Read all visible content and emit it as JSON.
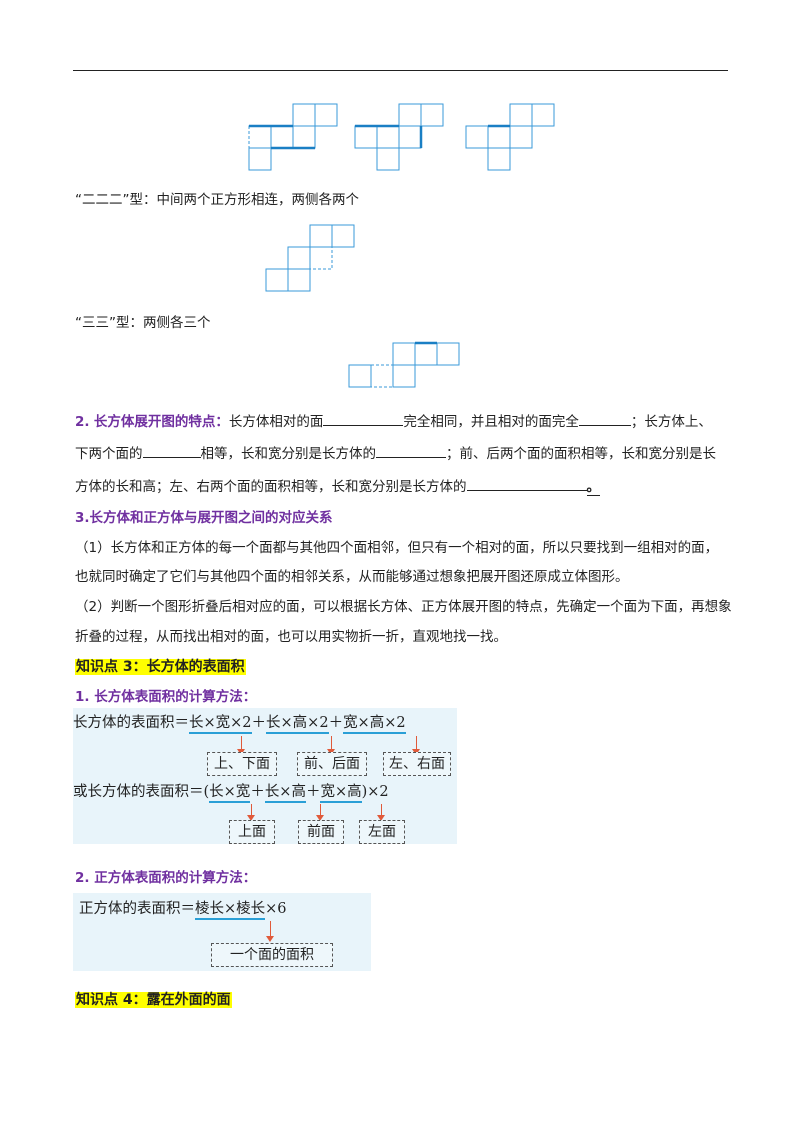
{
  "section_erererer": "“二二二”型：中间两个正方形相连，两侧各两个",
  "section_sansan": "“三三”型：两侧各三个",
  "point2": {
    "num": "2.",
    "title": "长方体展开图的特点",
    "colon": "：",
    "t1": "长方体相对的面",
    "t2": "完全相同，并且相对的面完全",
    "t3": "；长方体上、",
    "t4": "下两个面的",
    "t5": "相等，长和宽分别是长方体的",
    "t6": "；前、后两个面的面积相等，长和宽分别是长",
    "t7": "方体的长和高；左、右两个面的面积相等，长和宽分别是长方体的",
    "t8": "。"
  },
  "point3": {
    "title": "3.长方体和正方体与展开图之间的对应关系",
    "p1a": "（1）长方体和正方体的每一个面都与其他四个面相邻，但只有一个相对的面，所以只要找到一组相对的面，",
    "p1b": "也就同时确定了它们与其他四个面的相邻关系，从而能够通过想象把展开图还原成立体图形。",
    "p2a": "（2）判断一个图形折叠后相对应的面，可以根据长方体、正方体展开图的特点，先确定一个面为下面，再想象",
    "p2b": "折叠的过程，从而找出相对的面，也可以用实物折一折，直观地找一找。"
  },
  "kp3": "知识点 3：长方体的表面积",
  "kp3_item1": {
    "num": "1.",
    "title": "长方体表面积的计算方法："
  },
  "formula1": {
    "prefix": "长方体的表面积＝",
    "t1": "长×宽×2",
    "plus1": "＋",
    "t2": "长×高×2",
    "plus2": "＋",
    "t3": "宽×高×2",
    "l1": "上、下面",
    "l2": "前、后面",
    "l3": "左、右面",
    "prefix2": "或长方体的表面积＝(",
    "u1": "长×宽",
    "p1": "＋",
    "u2": "长×高",
    "p2": "＋",
    "u3": "宽×高",
    "suffix2": ")×2",
    "m1": "上面",
    "m2": "前面",
    "m3": "左面"
  },
  "kp3_item2": {
    "num": "2.",
    "title": "正方体表面积的计算方法："
  },
  "formula2": {
    "prefix": "正方体的表面积＝",
    "term": "棱长×棱长",
    "suffix": "×6",
    "label": "一个面的面积"
  },
  "kp4": "知识点 4：露在外面的面"
}
